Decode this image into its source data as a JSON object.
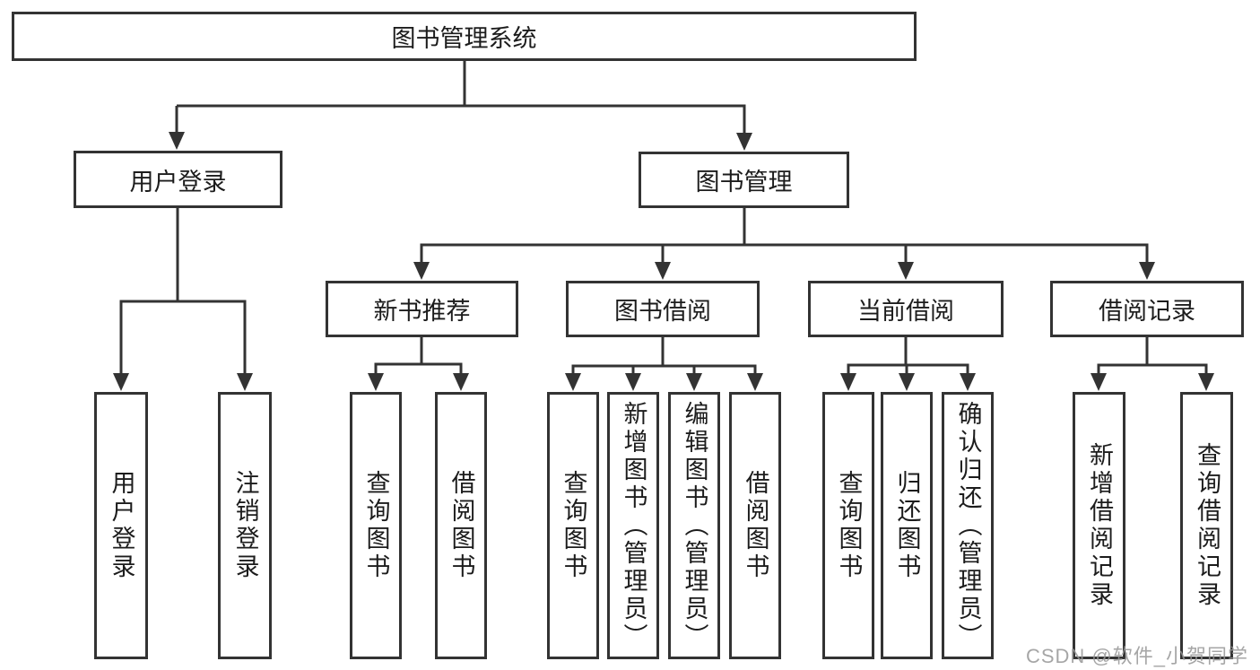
{
  "tree": {
    "label": "图书管理系统",
    "children": [
      {
        "label": "用户登录",
        "children": [
          {
            "label": "用户登录"
          },
          {
            "label": "注销登录"
          }
        ]
      },
      {
        "label": "图书管理",
        "children": [
          {
            "label": "新书推荐",
            "children": [
              {
                "label": "查询图书"
              },
              {
                "label": "借阅图书"
              }
            ]
          },
          {
            "label": "图书借阅",
            "children": [
              {
                "label": "查询图书"
              },
              {
                "label": "新增图书（管理员）"
              },
              {
                "label": "编辑图书（管理员）"
              },
              {
                "label": "借阅图书"
              }
            ]
          },
          {
            "label": "当前借阅",
            "children": [
              {
                "label": "查询图书"
              },
              {
                "label": "归还图书"
              },
              {
                "label": "确认归还（管理员）"
              }
            ]
          },
          {
            "label": "借阅记录",
            "children": [
              {
                "label": "新增借阅记录"
              },
              {
                "label": "查询借阅记录"
              }
            ]
          }
        ]
      }
    ]
  },
  "watermark": {
    "text": "CSDN @软件_小贺同学"
  },
  "colors": {
    "line": "#333333",
    "text": "#1c1c1c",
    "watermark": "#969696",
    "background": "#ffffff"
  }
}
